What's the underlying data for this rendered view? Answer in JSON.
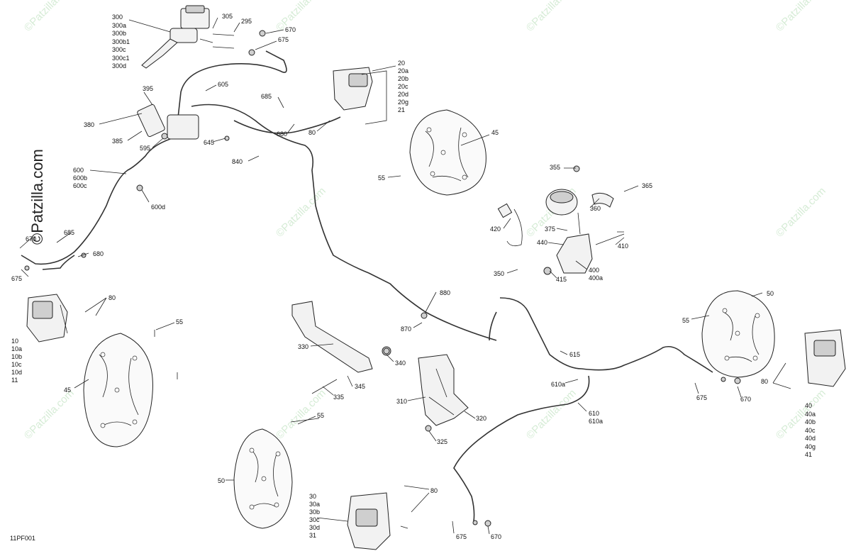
{
  "diagram_id": "11PF001",
  "watermark": "©Patzilla.com",
  "labels": {
    "l300": "300",
    "l300a": "300a",
    "l300b": "300b",
    "l300b1": "300b1",
    "l300c": "300c",
    "l300c1": "300c1",
    "l300d": "300d",
    "l305": "305",
    "l295": "295",
    "l670a": "670",
    "l675a": "675",
    "l605": "605",
    "l395": "395",
    "l380": "380",
    "l385": "385",
    "l595": "595",
    "l645": "645",
    "l685a": "685",
    "l680a": "680",
    "l80a": "80",
    "l840": "840",
    "l20": "20",
    "l20a": "20a",
    "l20b": "20b",
    "l20c": "20c",
    "l20d": "20d",
    "l20g": "20g",
    "l21": "21",
    "l45a": "45",
    "l55a": "55",
    "l600": "600",
    "l600b": "600b",
    "l600c": "600c",
    "l600d": "600d",
    "l670b": "670",
    "l685b": "685",
    "l680b": "680",
    "l675b": "675",
    "l355": "355",
    "l365": "365",
    "l360": "360",
    "l420": "420",
    "l375": "375",
    "l440": "440",
    "l410": "410",
    "l350": "350",
    "l415": "415",
    "l400": "400",
    "l400a": "400a",
    "l80b": "80",
    "l10": "10",
    "l10a": "10a",
    "l10b": "10b",
    "l10c": "10c",
    "l10d": "10d",
    "l11": "11",
    "l55b": "55",
    "l45b": "45",
    "l880": "880",
    "l870": "870",
    "l330": "330",
    "l340": "340",
    "l345": "345",
    "l335": "335",
    "l310": "310",
    "l320": "320",
    "l325": "325",
    "l615": "615",
    "l610a1": "610a",
    "l610": "610",
    "l610a2": "610a",
    "l50a": "50",
    "l55c": "55",
    "l675c": "675",
    "l670c": "670",
    "l80c": "80",
    "l40": "40",
    "l40a": "40a",
    "l40b": "40b",
    "l40c": "40c",
    "l40d": "40d",
    "l40g": "40g",
    "l41": "41",
    "l55d": "55",
    "l50b": "50",
    "l80d": "80",
    "l30": "30",
    "l30a": "30a",
    "l30b": "30b",
    "l30c": "30c",
    "l30d": "30d",
    "l31": "31",
    "l675d": "675",
    "l670d": "670"
  }
}
